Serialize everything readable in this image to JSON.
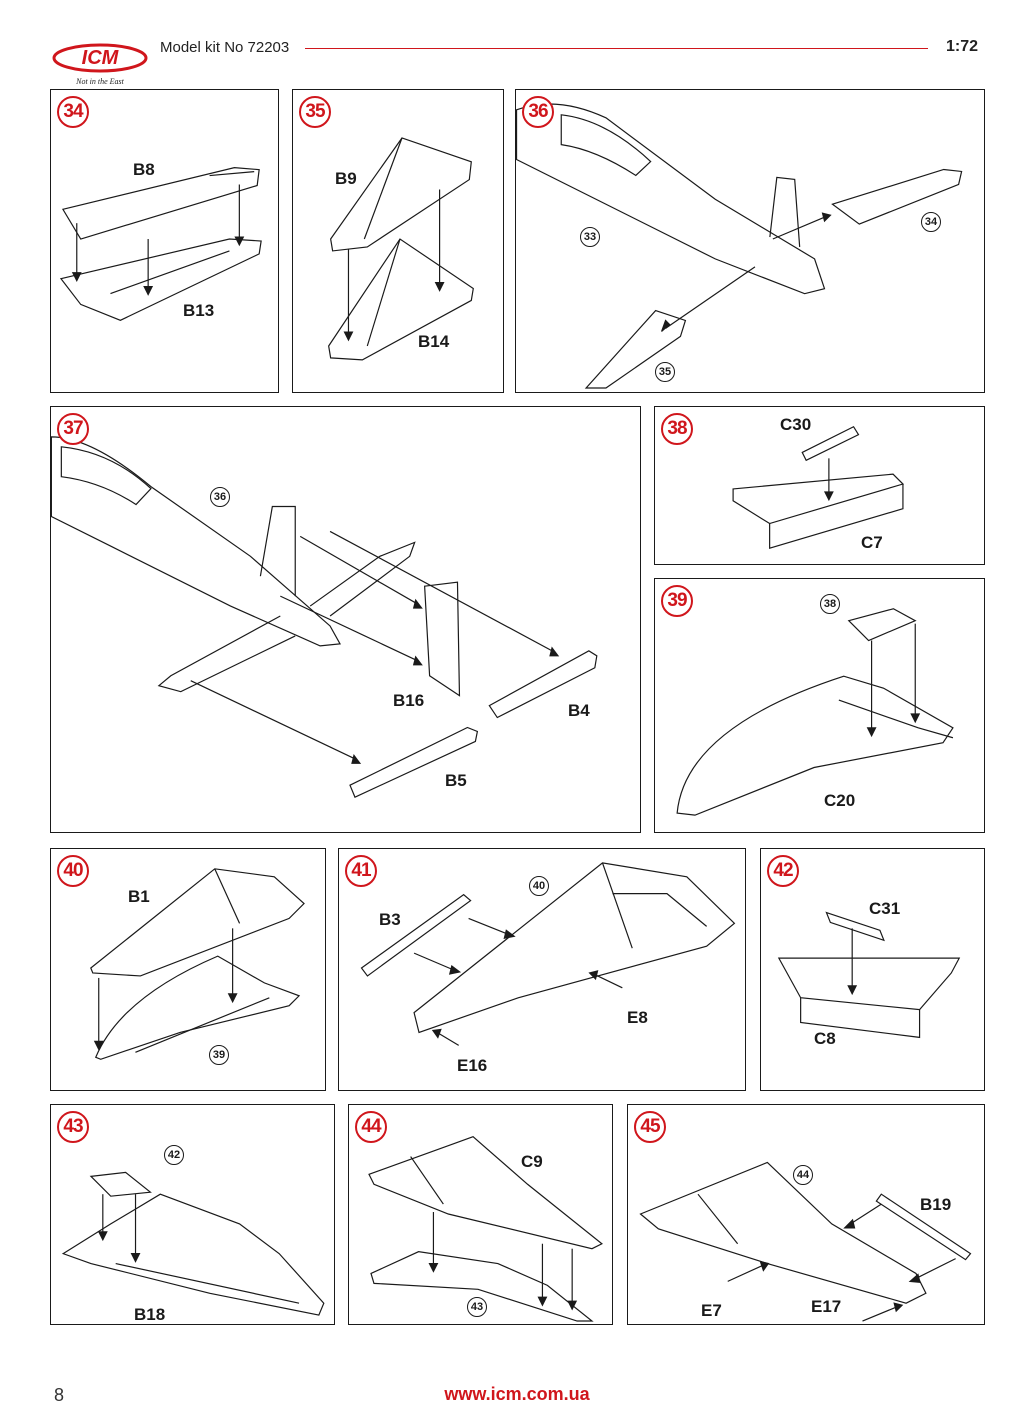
{
  "header": {
    "logo_text": "ICM",
    "logo_tagline": "Not in the East",
    "title": "Model kit No 72203",
    "scale": "1:72"
  },
  "colors": {
    "accent": "#d0161c",
    "line": "#1a1a1a"
  },
  "steps": [
    {
      "number": "34",
      "parts": [
        "B8",
        "B13"
      ],
      "refs": []
    },
    {
      "number": "35",
      "parts": [
        "B9",
        "B14"
      ],
      "refs": []
    },
    {
      "number": "36",
      "parts": [],
      "refs": [
        "33",
        "34",
        "35"
      ]
    },
    {
      "number": "37",
      "parts": [
        "B16",
        "B4",
        "B5"
      ],
      "refs": [
        "36"
      ]
    },
    {
      "number": "38",
      "parts": [
        "C30",
        "C7"
      ],
      "refs": []
    },
    {
      "number": "39",
      "parts": [
        "C20"
      ],
      "refs": [
        "38"
      ]
    },
    {
      "number": "40",
      "parts": [
        "B1"
      ],
      "refs": [
        "39"
      ]
    },
    {
      "number": "41",
      "parts": [
        "B3",
        "E8",
        "E16"
      ],
      "refs": [
        "40"
      ]
    },
    {
      "number": "42",
      "parts": [
        "C31",
        "C8"
      ],
      "refs": []
    },
    {
      "number": "43",
      "parts": [
        "B18"
      ],
      "refs": [
        "42"
      ]
    },
    {
      "number": "44",
      "parts": [
        "C9"
      ],
      "refs": [
        "43"
      ]
    },
    {
      "number": "45",
      "parts": [
        "B19",
        "E7",
        "E17"
      ],
      "refs": [
        "44"
      ]
    }
  ],
  "footer": {
    "page_number": "8",
    "url": "www.icm.com.ua"
  }
}
